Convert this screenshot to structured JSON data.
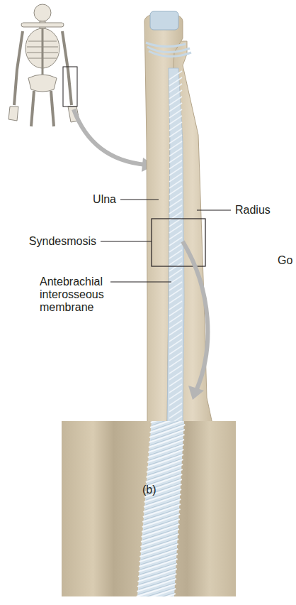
{
  "diagram": {
    "labels": [
      "Ulna",
      "Radius",
      "Syndesmosis",
      "Go",
      "Antebrachial interosseous membrane",
      "(b)"
    ]
  }
}
